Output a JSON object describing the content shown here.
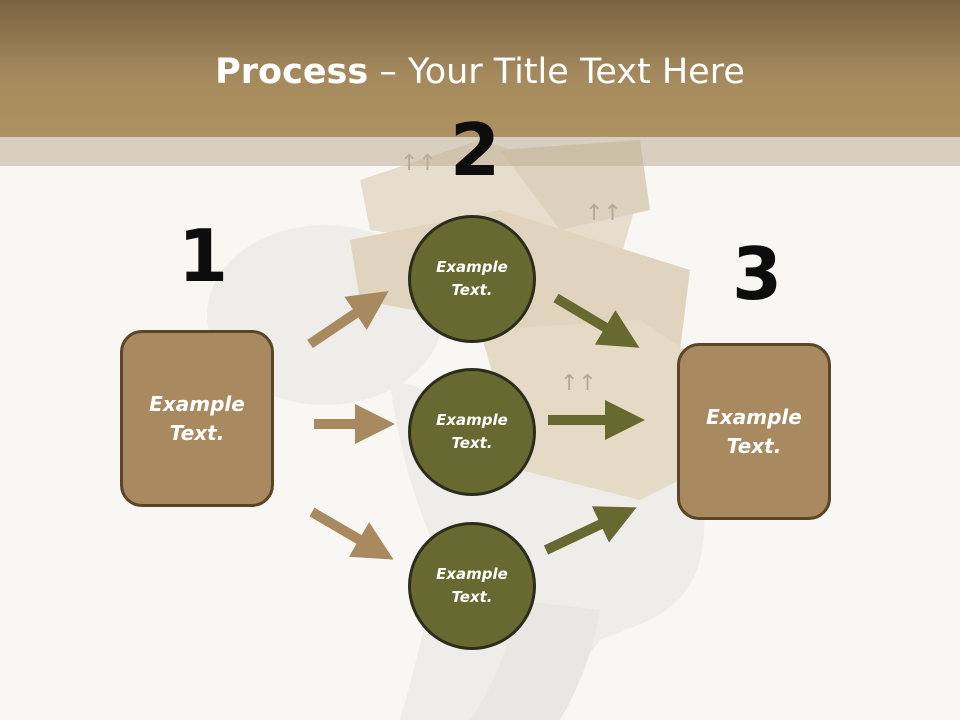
{
  "title": {
    "bold": "Process",
    "rest": " – Your Title Text Here"
  },
  "steps": [
    {
      "number": "1",
      "line1": "Example",
      "line2": "Text."
    },
    {
      "number": "2",
      "line1": "Example",
      "line2": "Text."
    },
    {
      "number": "3",
      "line1": "Example",
      "line2": "Text."
    }
  ],
  "circles": [
    {
      "line1": "Example",
      "line2": "Text."
    },
    {
      "line1": "Example",
      "line2": "Text."
    },
    {
      "line1": "Example",
      "line2": "Text."
    }
  ],
  "colors": {
    "header": "#a58a5e",
    "box_fill": "#a88960",
    "circle_fill": "#676930",
    "arrow_tan": "#a88960",
    "arrow_olive": "#676930"
  }
}
